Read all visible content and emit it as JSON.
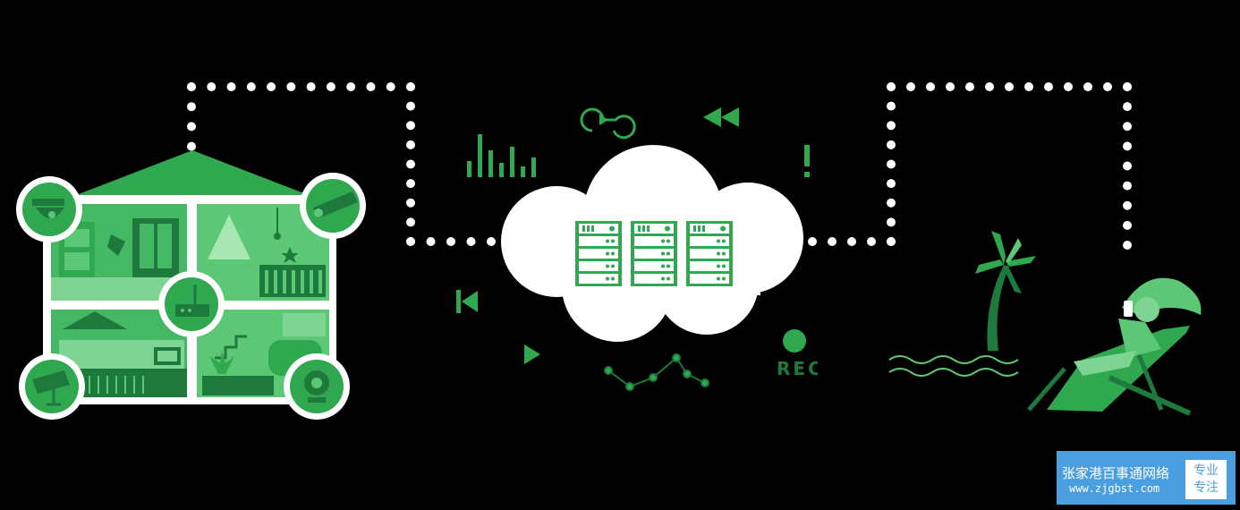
{
  "colors": {
    "background": "#000000",
    "green_light": "#5cc775",
    "green_main": "#2fa84f",
    "green_dark": "#1e7a3c",
    "cloud": "#ffffff",
    "dots": "#ffffff",
    "watermark_bg": "#4a9fe0"
  },
  "icons": [
    "dome-camera-icon",
    "bullet-camera-icon",
    "router-icon",
    "security-camera-icon",
    "webcam-icon",
    "server-rack-icon",
    "bar-chart-icon",
    "refresh-icon",
    "rewind-icon",
    "alert-icon",
    "skip-back-icon",
    "play-icon",
    "line-graph-icon",
    "record-dot-icon",
    "palm-tree-icon",
    "person-beach-chair-icon"
  ],
  "scene": {
    "rec_label": "REC"
  },
  "watermark": {
    "title": "张家港百事通网络",
    "url": "www.zjgbst.com",
    "badge_line1": "专业",
    "badge_line2": "专注"
  }
}
